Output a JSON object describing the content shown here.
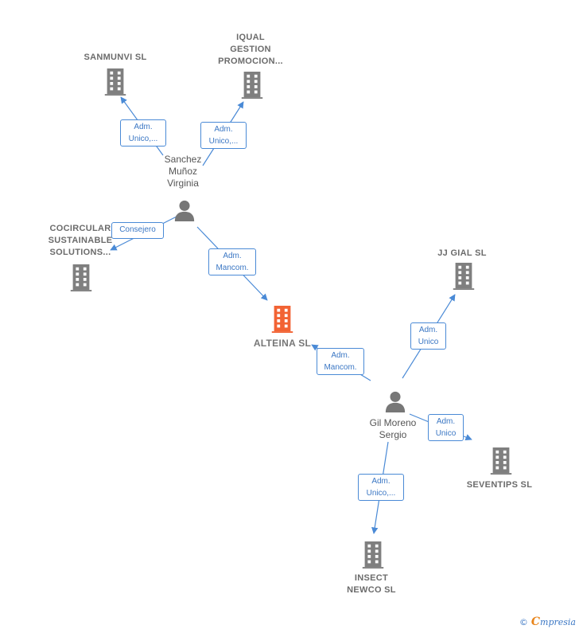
{
  "colors": {
    "edge": "#4a8ad6",
    "building": "#7f7f7f",
    "building_main": "#f26334",
    "person": "#777777",
    "label_text": "#6b6b6b"
  },
  "nodes": {
    "sanmunvi": {
      "label": "SANMUNVI  SL",
      "icon": "building-icon"
    },
    "iqual": {
      "label": "IQUAL\nGESTION\nPROMOCION...",
      "icon": "building-icon"
    },
    "sanchez": {
      "label": "Sanchez\nMuñoz\nVirginia",
      "icon": "person-icon"
    },
    "cocircular": {
      "label": "COCIRCULAR\nSUSTAINABLE\nSOLUTIONS...",
      "icon": "building-icon"
    },
    "alteina": {
      "label": "ALTEINA  SL",
      "icon": "building-icon"
    },
    "jjgial": {
      "label": "JJ GIAL SL",
      "icon": "building-icon"
    },
    "gilmoreno": {
      "label": "Gil Moreno\nSergio",
      "icon": "person-icon"
    },
    "seventips": {
      "label": "SEVENTIPS  SL",
      "icon": "building-icon"
    },
    "insect": {
      "label": "INSECT\nNEWCO  SL",
      "icon": "building-icon"
    }
  },
  "edges": [
    {
      "from": "sanchez",
      "to": "sanmunvi",
      "label": "Adm.\nUnico,..."
    },
    {
      "from": "sanchez",
      "to": "iqual",
      "label": "Adm.\nUnico,..."
    },
    {
      "from": "sanchez",
      "to": "cocircular",
      "label": "Consejero"
    },
    {
      "from": "sanchez",
      "to": "alteina",
      "label": "Adm.\nMancom."
    },
    {
      "from": "gilmoreno",
      "to": "alteina",
      "label": "Adm.\nMancom."
    },
    {
      "from": "gilmoreno",
      "to": "jjgial",
      "label": "Adm.\nUnico"
    },
    {
      "from": "gilmoreno",
      "to": "seventips",
      "label": "Adm.\nUnico"
    },
    {
      "from": "gilmoreno",
      "to": "insect",
      "label": "Adm.\nUnico,..."
    }
  ],
  "footer": {
    "copyright": "©",
    "brand_initial": "C",
    "brand_rest": "mpresia"
  }
}
